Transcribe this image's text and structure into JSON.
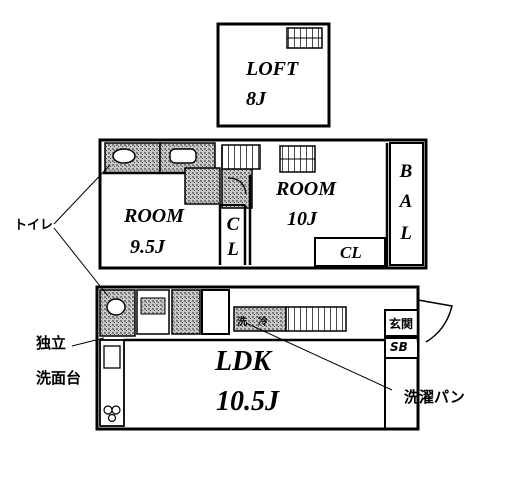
{
  "rooms": {
    "loft_name": "LOFT",
    "loft_size": "8J",
    "room1_name": "ROOM",
    "room1_size": "9.5J",
    "room2_name": "ROOM",
    "room2_size": "10J",
    "closet1_a": "C",
    "closet1_b": "L",
    "closet2": "CL",
    "bal_b": "B",
    "bal_a": "A",
    "bal_l": "L",
    "ldk_name": "LDK",
    "ldk_size": "10.5J"
  },
  "annotations": {
    "toilet": "トイレ",
    "vanity_1": "独立",
    "vanity_2": "洗面台",
    "laundry_pan": "洗濯パン",
    "entrance": "玄関",
    "shoe_box": "SB",
    "washer": "洗",
    "fridge": "冷"
  }
}
